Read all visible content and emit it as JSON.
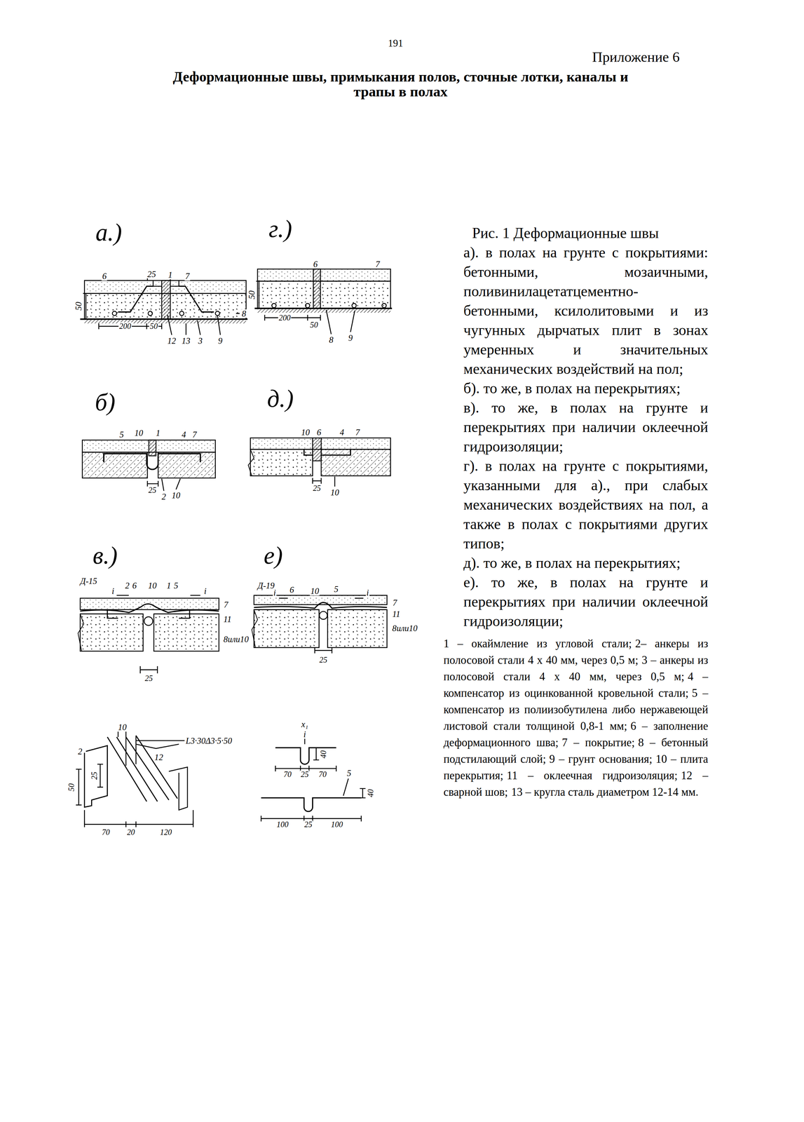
{
  "diagram": {
    "title": "Деформационные швы, примыкания полов, сточные лотки, каналы и трапы в полах",
    "caption": "Рис. 1 Деформационные швы",
    "labels": [
      "191",
      "Приложение 6",
      "а.)",
      "г.)",
      "б)",
      "д.)",
      "в.)",
      "е)",
      "а). в полах на грунте с покрытиями: бетонными, мозаичными, поливинилацетатцементно-бетонными, ксилолитовыми и из чугунных дырчатых плит в зонах умеренных и значительных механических воздействий на пол;",
      "б). то же, в полах на перекрытиях;",
      "в). то же, в полах на грунте и перекрытиях при наличии оклеечной гидроизоляции;",
      "г). в полах на грунте с покрытиями, указанными для а)., при слабых механических воздействиях на пол, а также в полах с покрытиями других типов;",
      "д). то же, в полах на перекрытиях;",
      "е). то же, в полах на грунте и перекрытиях при наличии оклеечной гидроизоляции;",
      "1 – окаймление из угловой стали;",
      "2– анкеры из полосовой стали 4 х 40 мм, через 0,5 м;",
      "3 – анкеры из полосовой стали 4 х 40 мм, через 0,5 м;",
      "4 – компенсатор из оцинкованной кровельной стали;",
      "5 – компенсатор из полиизобутилена либо нержавеющей листовой стали толщиной 0,8-1 мм;",
      "6 – заполнение деформационного шва;",
      "7 – покрытие;",
      "8 – бетонный подстилающий слой;",
      "9 – грунт основания;",
      "10 – плита перекрытия;",
      "11 – оклеечная гидроизоляция;",
      "12 – сварной шов;",
      "13 – кругла сталь диаметром 12-14 мм.",
      "6",
      "25",
      "1",
      "7",
      "50",
      "8",
      "200",
      "50",
      "12",
      "13",
      "3",
      "9",
      "6",
      "7",
      "50",
      "200",
      "50",
      "8",
      "9",
      "5",
      "10",
      "1",
      "4",
      "7",
      "25",
      "2",
      "10",
      "10",
      "6",
      "4",
      "7",
      "25",
      "10",
      "Д-15",
      "i",
      "2",
      "6",
      "10",
      "1",
      "5",
      "i",
      "7",
      "11",
      "8или10",
      "25",
      "Д-19",
      "i",
      "6",
      "10",
      "5",
      "i",
      "7",
      "11",
      "8или10",
      "25",
      "10",
      "L3·30Δ3·5·50",
      "2",
      "12",
      "50",
      "25",
      "70",
      "20",
      "120",
      "x₁",
      "i",
      "40",
      "70",
      "25",
      "70",
      "5",
      "40",
      "100",
      "25",
      "100"
    ]
  }
}
